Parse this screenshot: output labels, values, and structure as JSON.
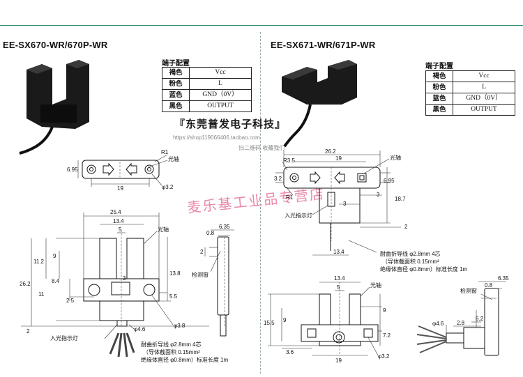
{
  "left": {
    "title": "EE-SX670-WR/670P-WR",
    "terminal_title": "端子配置",
    "terminals": [
      {
        "color": "褐色",
        "signal": "Vcc"
      },
      {
        "color": "粉色",
        "signal": "L"
      },
      {
        "color": "蓝色",
        "signal": "GND（0V）"
      },
      {
        "color": "黑色",
        "signal": "OUTPUT"
      }
    ],
    "top_dims": {
      "r": "R1",
      "axis": "光轴",
      "h": "6.95",
      "w": "19",
      "hole": "φ3.2"
    },
    "front_dims": {
      "w": "25.4",
      "inner": "13.4",
      "slit": "5",
      "a": "11.2",
      "b": "9",
      "c": "8.4",
      "d": "11",
      "e": "26.2",
      "f": "2.5",
      "g": "3",
      "h": "13.8",
      "i": "5.5",
      "j": "2",
      "hole": "φ3.8",
      "lens": "φ4.6",
      "axis": "光轴",
      "indicator": "入光指示灯"
    },
    "side_dims": {
      "a": "6.35",
      "b": "0.8",
      "c": "2",
      "window": "检测窗"
    },
    "cable_note": [
      "耐曲折导线 φ2.8mm 4芯",
      "（导体截面积 0.15mm²",
      "绝缘体直径 φ0.8mm）标准长度 1m"
    ]
  },
  "right": {
    "title": "EE-SX671-WR/671P-WR",
    "terminal_title": "端子配置",
    "terminals": [
      {
        "color": "褐色",
        "signal": "Vcc"
      },
      {
        "color": "粉色",
        "signal": "L"
      },
      {
        "color": "蓝色",
        "signal": "GND（0V）"
      },
      {
        "color": "黑色",
        "signal": "OUTPUT"
      }
    ],
    "top_dims": {
      "w": "26.2",
      "r35": "R3.5",
      "mid": "19",
      "axis": "光轴",
      "h32": "3.2",
      "h695": "6.95",
      "r1": "R1",
      "d3a": "3",
      "d3b": "3",
      "h187": "18.7",
      "d2": "2",
      "w134": "13.4",
      "indicator": "入光指示灯"
    },
    "cable_note": [
      "耐曲折导线 φ2.8mm 4芯",
      "（导体截面积 0.15mm²",
      "绝缘体直径 φ0.8mm）标准长度 1m"
    ],
    "front_dims": {
      "w": "13.4",
      "slit": "5",
      "axis": "光轴",
      "a": "15.5",
      "b": "9",
      "c": "9",
      "d": "7.2",
      "e": "3.6",
      "f": "19",
      "hole": "φ3.2"
    },
    "side_dims": {
      "a": "6.35",
      "b": "0.8",
      "window": "检测窗",
      "c": "2.8",
      "d": "6.2",
      "lens": "φ4.6"
    }
  },
  "watermark": {
    "main": "『东莞普发电子科技』",
    "url": "https://shop119066406.taobao.com",
    "sub": "扫二维码  收藏我们",
    "pink": "麦乐基工业品专营店"
  }
}
